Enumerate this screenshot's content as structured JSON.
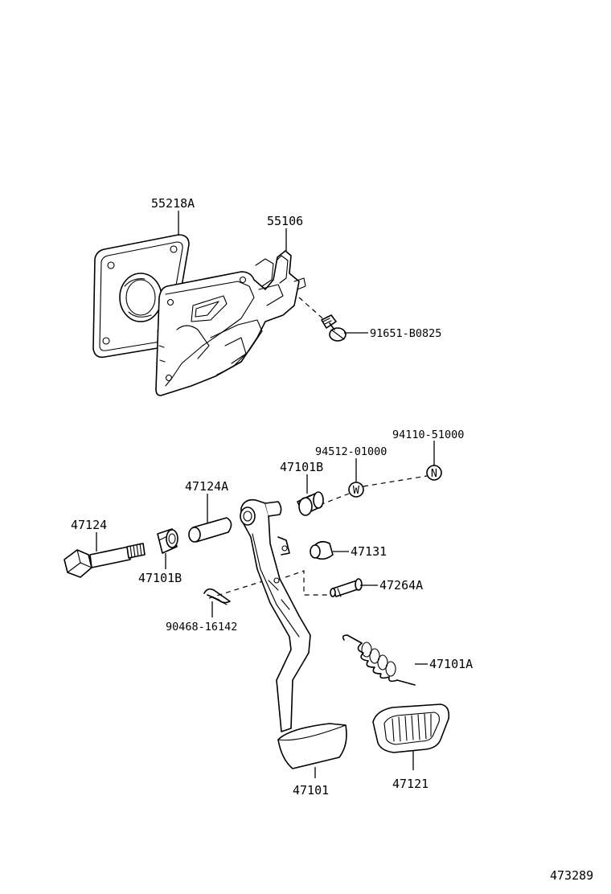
{
  "labels": {
    "bracket_seal": "55218A",
    "pedal_bracket": "55106",
    "bracket_bolt": "91651-B0825",
    "washer_n": "94110-51000",
    "washer_w": "94512-01000",
    "bushing_right": "47101B",
    "collar": "47124A",
    "pivot_bolt": "47124",
    "bushing_left": "47101B",
    "stopper": "47131",
    "clip": "90468-16142",
    "pin": "47264A",
    "return_spring": "47101A",
    "pedal_arm": "47101",
    "pedal_pad": "47121",
    "drawing_number": "473289"
  },
  "symbols": {
    "washer_n": "N",
    "washer_w": "W"
  }
}
